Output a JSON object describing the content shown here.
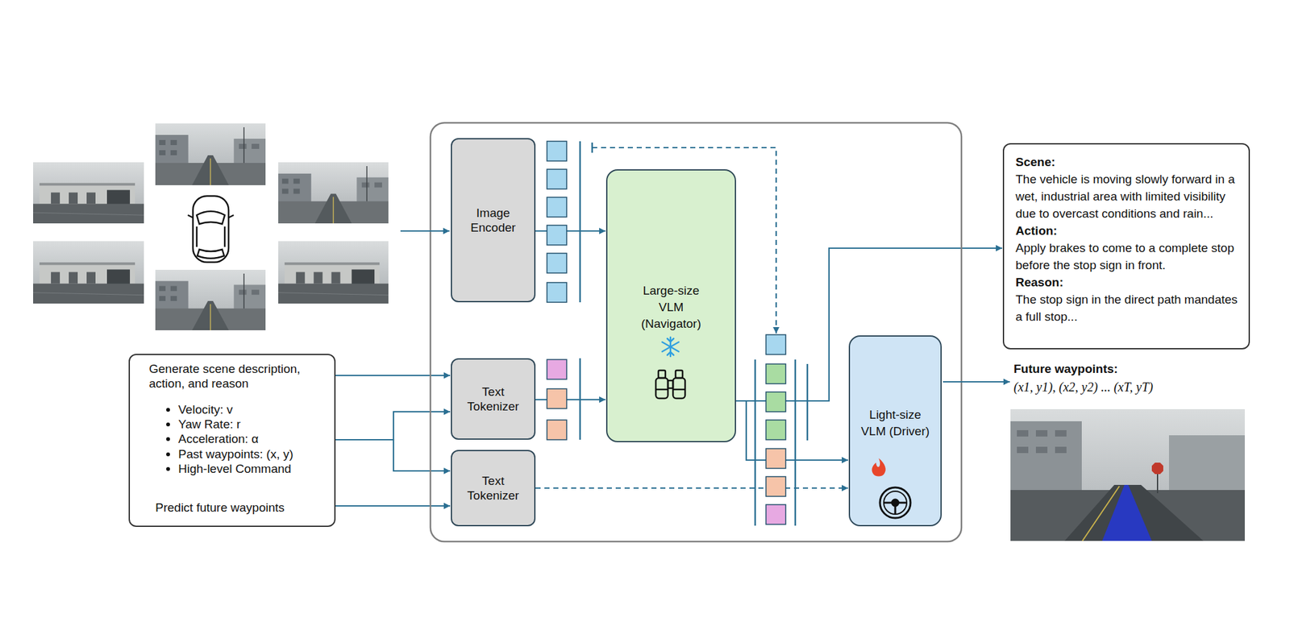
{
  "diagram": {
    "nodes": [
      {
        "text": [
          "Generate scene description, action, and reason",
          "Velocity: v",
          "Yaw Rate: r",
          "Acceleration: α",
          "Past waypoints: (x, y)",
          "High-level Command",
          "Predict future waypoints"
        ]
      },
      {
        "text": [
          "Image Encoder"
        ]
      },
      {
        "text": [
          "Text Tokenizer"
        ]
      },
      {
        "text": [
          "Text Tokenizer"
        ]
      },
      {
        "text": [
          "Large-size VLM (Navigator)"
        ]
      },
      {
        "text": [
          "Light-size VLM (Driver)"
        ]
      },
      {
        "text": [
          "Scene:",
          "The vehicle is moving slowly forward in a wet, industrial area with limited visibility due to overcast conditions and rain...",
          "Action:",
          "Apply brakes to come to a complete stop before the stop sign in front.",
          "Reason:",
          "The stop sign in the direct path mandates a full stop..."
        ]
      }
    ],
    "edges": [
      {
        "from": 0,
        "to": 2,
        "arrow": "to"
      },
      {
        "from": 0,
        "to": 2,
        "arrow": "to"
      },
      {
        "from": 0,
        "to": 3,
        "arrow": "to"
      },
      {
        "from": 0,
        "to": 3,
        "arrow": "to"
      },
      {
        "from": 1,
        "to": 4,
        "arrow": "to"
      },
      {
        "from": 2,
        "to": 4,
        "arrow": "to"
      },
      {
        "from": 4,
        "to": 6,
        "arrow": "to"
      },
      {
        "from": 4,
        "to": 5,
        "arrow": "to"
      },
      {
        "from": 3,
        "to": 5,
        "arrow": "to"
      }
    ],
    "labels": [
      "Future waypoints:",
      "(x1, y1), (x2, y2) ... (xT, yT)"
    ]
  }
}
